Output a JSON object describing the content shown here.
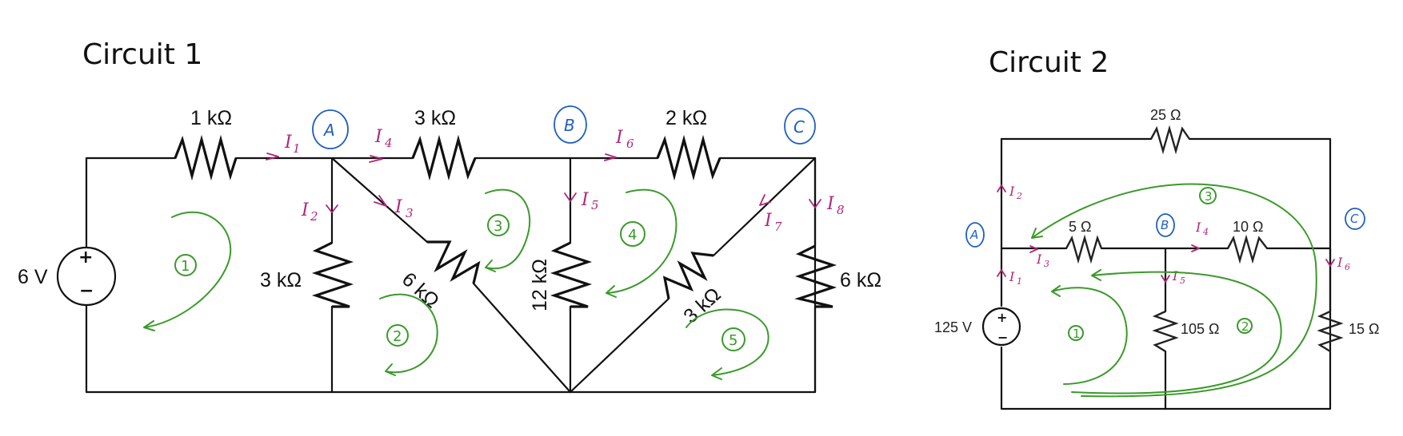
{
  "circuit1": {
    "title": "Circuit 1",
    "source": {
      "label": "6 V",
      "plus": "+",
      "minus": "−"
    },
    "resistors": [
      "1 kΩ",
      "3 kΩ",
      "2 kΩ",
      "3 kΩ",
      "6 kΩ",
      "12 kΩ",
      "3 kΩ",
      "6 kΩ"
    ],
    "nodes": [
      "A",
      "B",
      "C"
    ],
    "currents": [
      "I",
      "1",
      "I",
      "2",
      "I",
      "3",
      "I",
      "4",
      "I",
      "5",
      "I",
      "6",
      "I",
      "7",
      "I",
      "8"
    ],
    "loops": [
      "1",
      "2",
      "3",
      "4",
      "5"
    ]
  },
  "circuit2": {
    "title": "Circuit 2",
    "source": {
      "label": "125 V",
      "plus": "+",
      "minus": "−"
    },
    "resistors": [
      "25 Ω",
      "5 Ω",
      "10 Ω",
      "105 Ω",
      "15 Ω"
    ],
    "nodes": [
      "A",
      "B",
      "C"
    ],
    "currents": [
      "I",
      "1",
      "I",
      "2",
      "I",
      "3",
      "I",
      "4",
      "I",
      "5",
      "I",
      "6"
    ],
    "loops": [
      "1",
      "2",
      "3"
    ]
  },
  "colors": {
    "node": "#1f5fbf",
    "current": "#b0267a",
    "loop": "#3a9a2a"
  }
}
